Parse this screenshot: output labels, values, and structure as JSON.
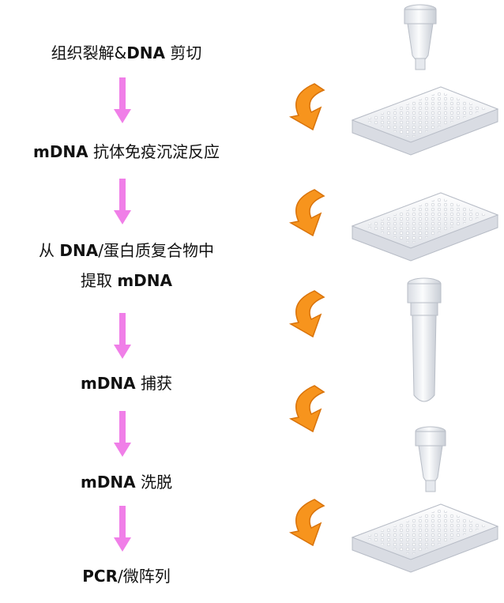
{
  "steps": [
    {
      "parts": [
        "组织裂解&",
        "DNA",
        " 剪切"
      ]
    },
    {
      "parts": [
        "mDNA",
        " 抗体免疫沉淀反应"
      ]
    },
    {
      "parts": [
        "从 ",
        "DNA",
        "/蛋白质复合物中"
      ]
    },
    {
      "parts": [
        "提取 ",
        "mDNA"
      ]
    },
    {
      "parts": [
        "mDNA",
        " 捕获"
      ]
    },
    {
      "parts": [
        "mDNA",
        " 洗脱"
      ]
    },
    {
      "parts": [
        "PCR",
        "/微阵列"
      ]
    }
  ],
  "colors": {
    "flow_arrow": "#f07fe8",
    "orange_arrow": "#f7941d",
    "plate": "#f1f1f3",
    "tube": "#eef0f3"
  }
}
